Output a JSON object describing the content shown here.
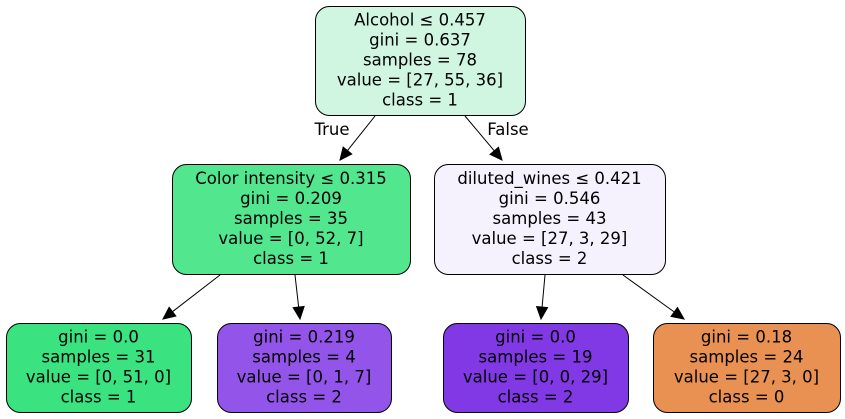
{
  "tree": {
    "nodes": [
      {
        "id": "root",
        "fill": "#d0f6e2",
        "lines": [
          "Alcohol ≤ 0.457",
          "gini = 0.637",
          "samples = 78",
          "value = [27, 55, 36]",
          "class = 1"
        ]
      },
      {
        "id": "n1",
        "fill": "#52e68e",
        "lines": [
          "Color intensity ≤ 0.315",
          "gini = 0.209",
          "samples = 35",
          "value = [0, 52, 7]",
          "class = 1"
        ]
      },
      {
        "id": "n2",
        "fill": "#f5f2fd",
        "lines": [
          "diluted_wines ≤ 0.421",
          "gini = 0.546",
          "samples = 43",
          "value = [27, 3, 29]",
          "class = 2"
        ]
      },
      {
        "id": "n3",
        "fill": "#3ae380",
        "lines": [
          "gini = 0.0",
          "samples = 31",
          "value = [0, 51, 0]",
          "class = 1"
        ]
      },
      {
        "id": "n4",
        "fill": "#9355e9",
        "lines": [
          "gini = 0.219",
          "samples = 4",
          "value = [0, 1, 7]",
          "class = 2"
        ]
      },
      {
        "id": "n5",
        "fill": "#8139e5",
        "lines": [
          "gini = 0.0",
          "samples = 19",
          "value = [0, 0, 29]",
          "class = 2"
        ]
      },
      {
        "id": "n6",
        "fill": "#e99152",
        "lines": [
          "gini = 0.18",
          "samples = 24",
          "value = [27, 3, 0]",
          "class = 0"
        ]
      }
    ],
    "edges": [
      {
        "from": "root",
        "to": "n1",
        "label": "True"
      },
      {
        "from": "root",
        "to": "n2",
        "label": "False"
      },
      {
        "from": "n1",
        "to": "n3",
        "label": ""
      },
      {
        "from": "n1",
        "to": "n4",
        "label": ""
      },
      {
        "from": "n2",
        "to": "n5",
        "label": ""
      },
      {
        "from": "n2",
        "to": "n6",
        "label": ""
      }
    ]
  }
}
